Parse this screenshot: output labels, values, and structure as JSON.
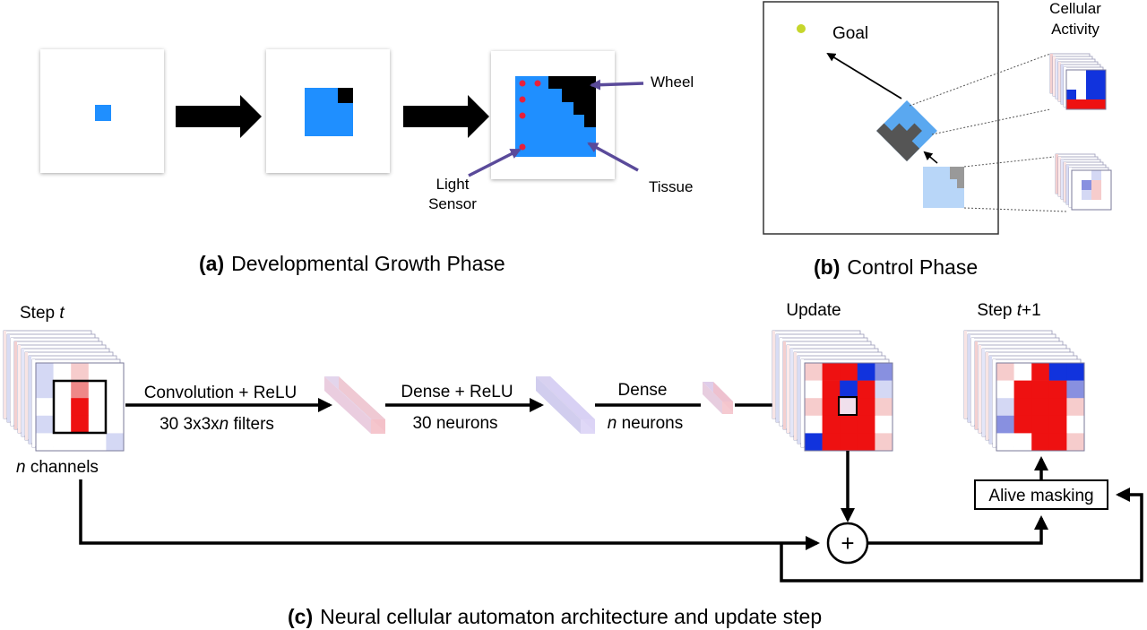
{
  "panel_a": {
    "caption_letter": "(a)",
    "caption_text": "Developmental Growth Phase",
    "label_wheel": "Wheel",
    "label_tissue": "Tissue",
    "label_light_line1": "Light",
    "label_light_line2": "Sensor"
  },
  "panel_b": {
    "caption_letter": "(b)",
    "caption_text": "Control Phase",
    "label_goal": "Goal",
    "label_activity_line1": "Cellular",
    "label_activity_line2": "Activity"
  },
  "panel_c": {
    "caption_letter": "(c)",
    "caption_text": "Neural cellular automaton architecture and update step",
    "step_t_prefix": "Step ",
    "step_t_var": "t",
    "channels_var": "n",
    "channels_suffix": " channels",
    "conv_line1": "Convolution + ReLU",
    "conv_line2_prefix": "30 3x3x",
    "conv_line2_var": "n",
    "conv_line2_suffix": " filters",
    "dense1_line1": "Dense + ReLU",
    "dense1_line2": "30 neurons",
    "dense2_line1": "Dense",
    "dense2_line2_var": "n",
    "dense2_line2_suffix": " neurons",
    "update_label": "Update",
    "step_t1_prefix": "Step ",
    "step_t1_var": "t",
    "step_t1_suffix": "+1",
    "alive_masking": "Alive masking",
    "plus_symbol": "+"
  },
  "colors": {
    "tissue_blue": "#1f8fff",
    "wheel_black": "#000000",
    "sensor_red": "#e8203a",
    "goal_green": "#c6d62c",
    "heat_red": "#ee1111",
    "heat_blue": "#1133dd"
  }
}
